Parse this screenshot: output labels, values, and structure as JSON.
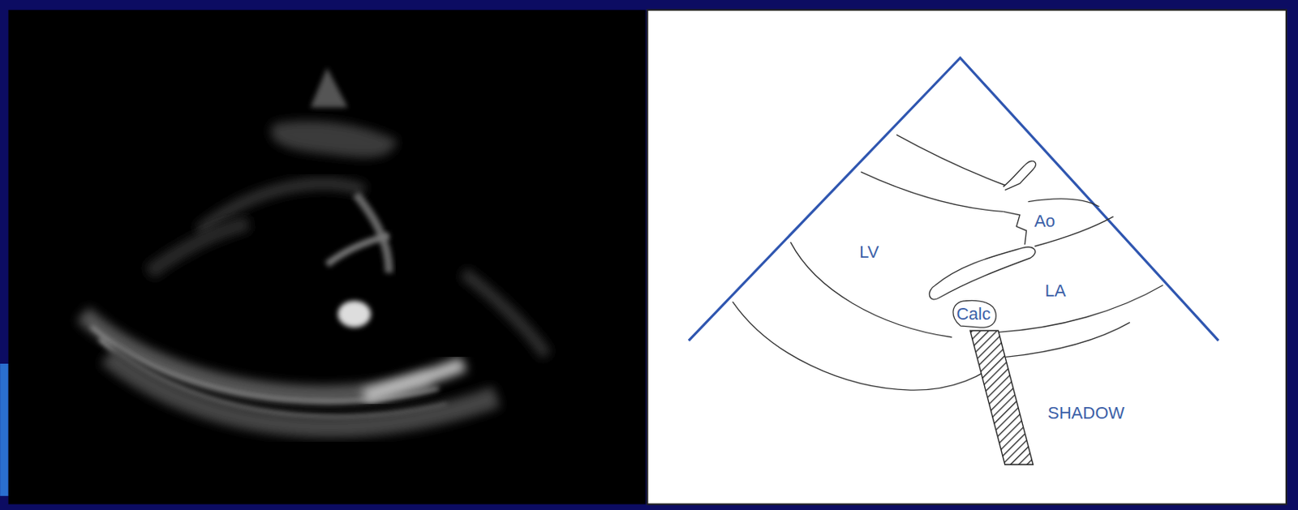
{
  "diagram": {
    "nodes": [
      {
        "text": [
          "Calc"
        ]
      }
    ],
    "labels": [
      "Ao",
      "LV",
      "LA",
      "SHADOW"
    ]
  }
}
